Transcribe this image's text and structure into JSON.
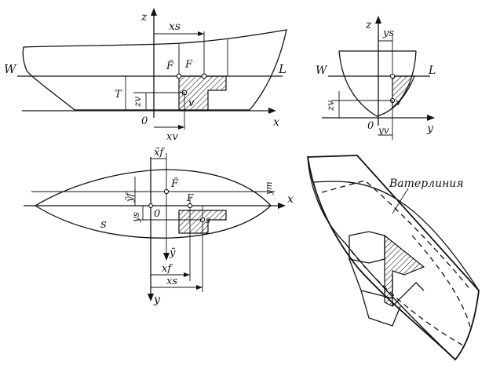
{
  "side_view": {
    "labels": {
      "z": "z",
      "xs": "xs",
      "W": "W",
      "L": "L",
      "F_tilde": "F̃",
      "F": "F",
      "T": "T",
      "zv": "zv",
      "v": "v",
      "O": "0",
      "xv": "xv",
      "x": "x"
    }
  },
  "section_view": {
    "labels": {
      "z": "z",
      "ys": "ys",
      "W": "W",
      "L": "L",
      "zv": "zv",
      "v": "v",
      "O": "0",
      "yv": "yv",
      "y": "y"
    }
  },
  "plan_view": {
    "labels": {
      "xf_tilde": "x̃f",
      "F_tilde": "F̃",
      "yf": "ỹf",
      "ym": "ym",
      "x": "x",
      "ys": "ys",
      "O": "0",
      "F": "F",
      "S_area": "s",
      "s": "s",
      "y_tilde": "ỹ",
      "xf": "xf",
      "xs": "xs",
      "y": "y"
    }
  },
  "iso_view": {
    "labels": {
      "waterline": "Ватерлиния"
    }
  }
}
